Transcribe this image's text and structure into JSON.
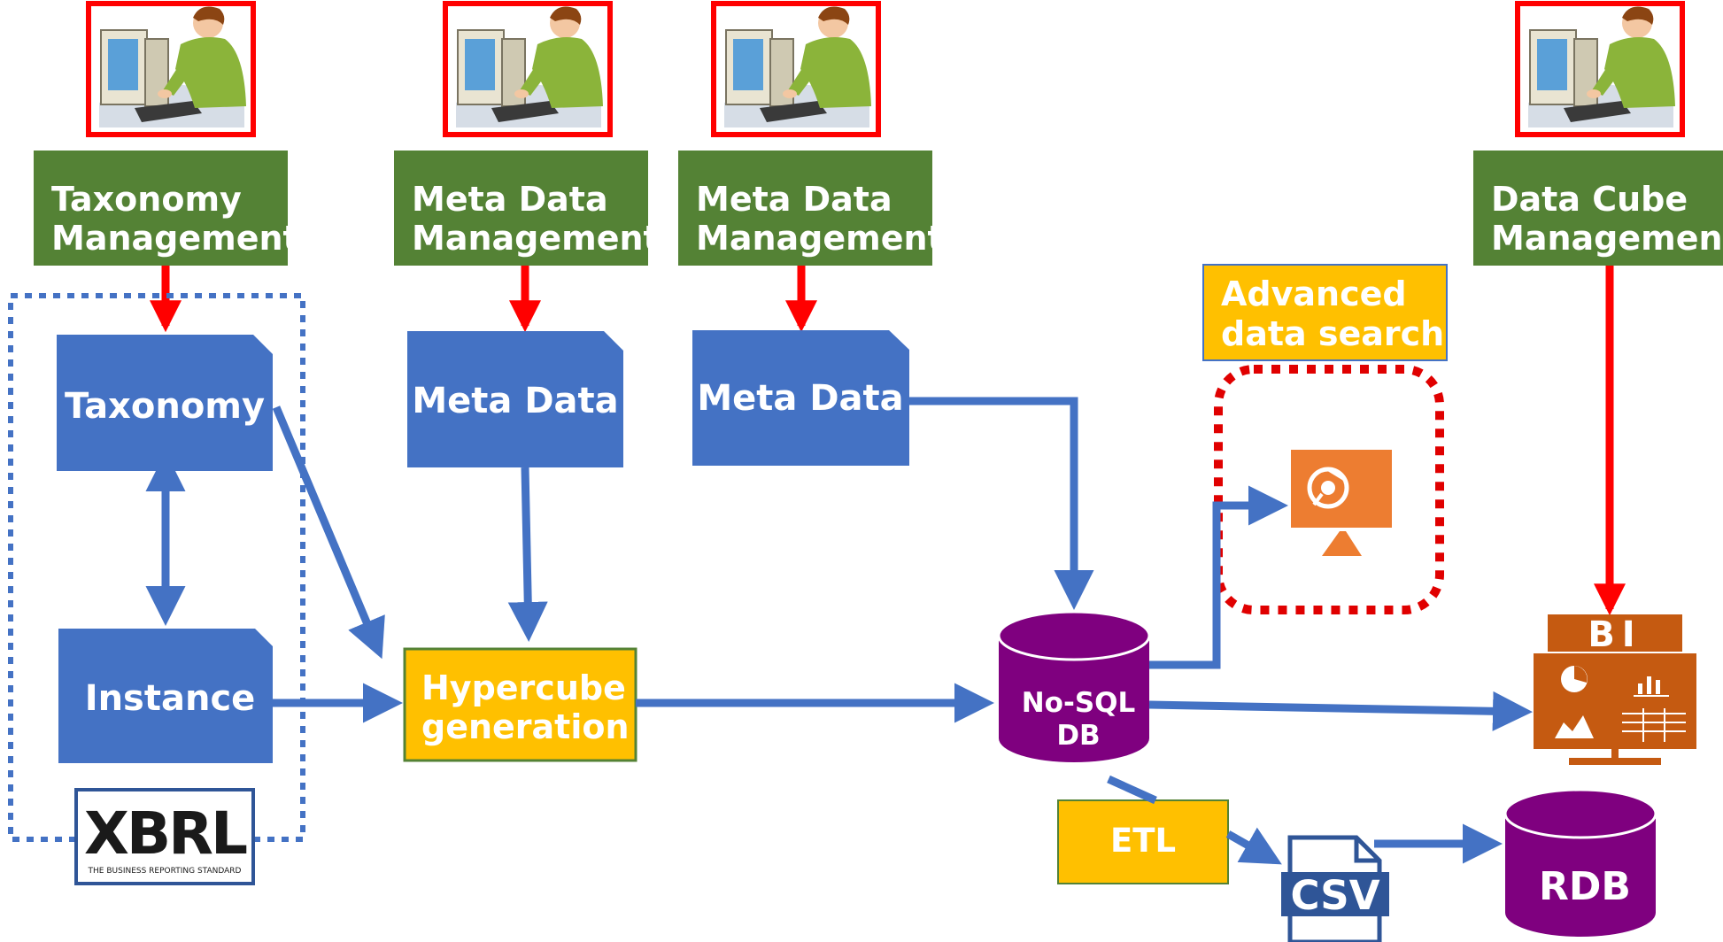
{
  "managers": {
    "taxonomy": [
      "Taxonomy",
      "Management"
    ],
    "metadata1": [
      "Meta Data",
      "Management"
    ],
    "metadata2": [
      "Meta Data",
      "Management"
    ],
    "datacube": [
      "Data Cube",
      "Management"
    ]
  },
  "docs": {
    "taxonomy": "Taxonomy",
    "instance": "Instance",
    "metadata1": "Meta Data",
    "metadata2": "Meta Data"
  },
  "hypercube": [
    "Hypercube",
    "generation"
  ],
  "search": [
    "Advanced",
    "data search"
  ],
  "nosql": [
    "No-SQL",
    "DB"
  ],
  "etl": "ETL",
  "csv": "CSV",
  "rdb": "RDB",
  "bi": "BI",
  "xbrl": {
    "logo": "XBRL",
    "tagline": "THE BUSINESS REPORTING STANDARD"
  },
  "colors": {
    "manager_green": "#548235",
    "doc_blue": "#4472c4",
    "process_yellow": "#ffc000",
    "db_purple": "#7f007f",
    "arrow_blue": "#4472c4",
    "arrow_red": "#ff0000",
    "bi_orange": "#c55a11",
    "browser_orange": "#ed7d31"
  },
  "icons": [
    "user-at-computer-icon",
    "browser-monitor-icon",
    "bi-dashboard-icon",
    "csv-file-icon",
    "xbrl-logo"
  ]
}
